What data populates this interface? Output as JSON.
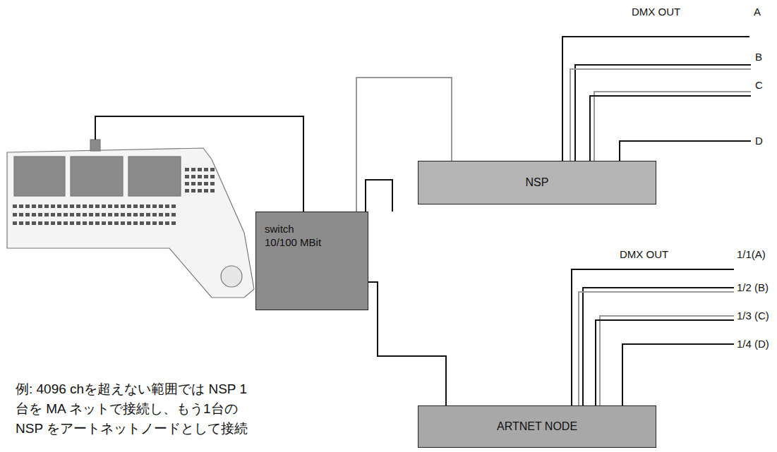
{
  "diagram": {
    "caption": "例: 4096 chを超えない範囲では NSP 1台を MA ネットで接続し、もう1台の NSP をアートネットノードとして接続",
    "nodes": [
      {
        "text": [
          "switch",
          "10/100 MBit"
        ]
      },
      {
        "text": [
          "NSP"
        ]
      },
      {
        "text": [
          "ARTNET NODE"
        ]
      }
    ],
    "edges": [
      {
        "from": 0,
        "to": 1,
        "arrow": "none"
      },
      {
        "from": 0,
        "to": 2,
        "arrow": "none"
      }
    ],
    "labels": [
      "DMX OUT",
      "A",
      "B",
      "C",
      "D",
      "DMX OUT",
      "1/1(A)",
      "1/2 (B)",
      "1/3 (C)",
      "1/4 (D)"
    ]
  }
}
